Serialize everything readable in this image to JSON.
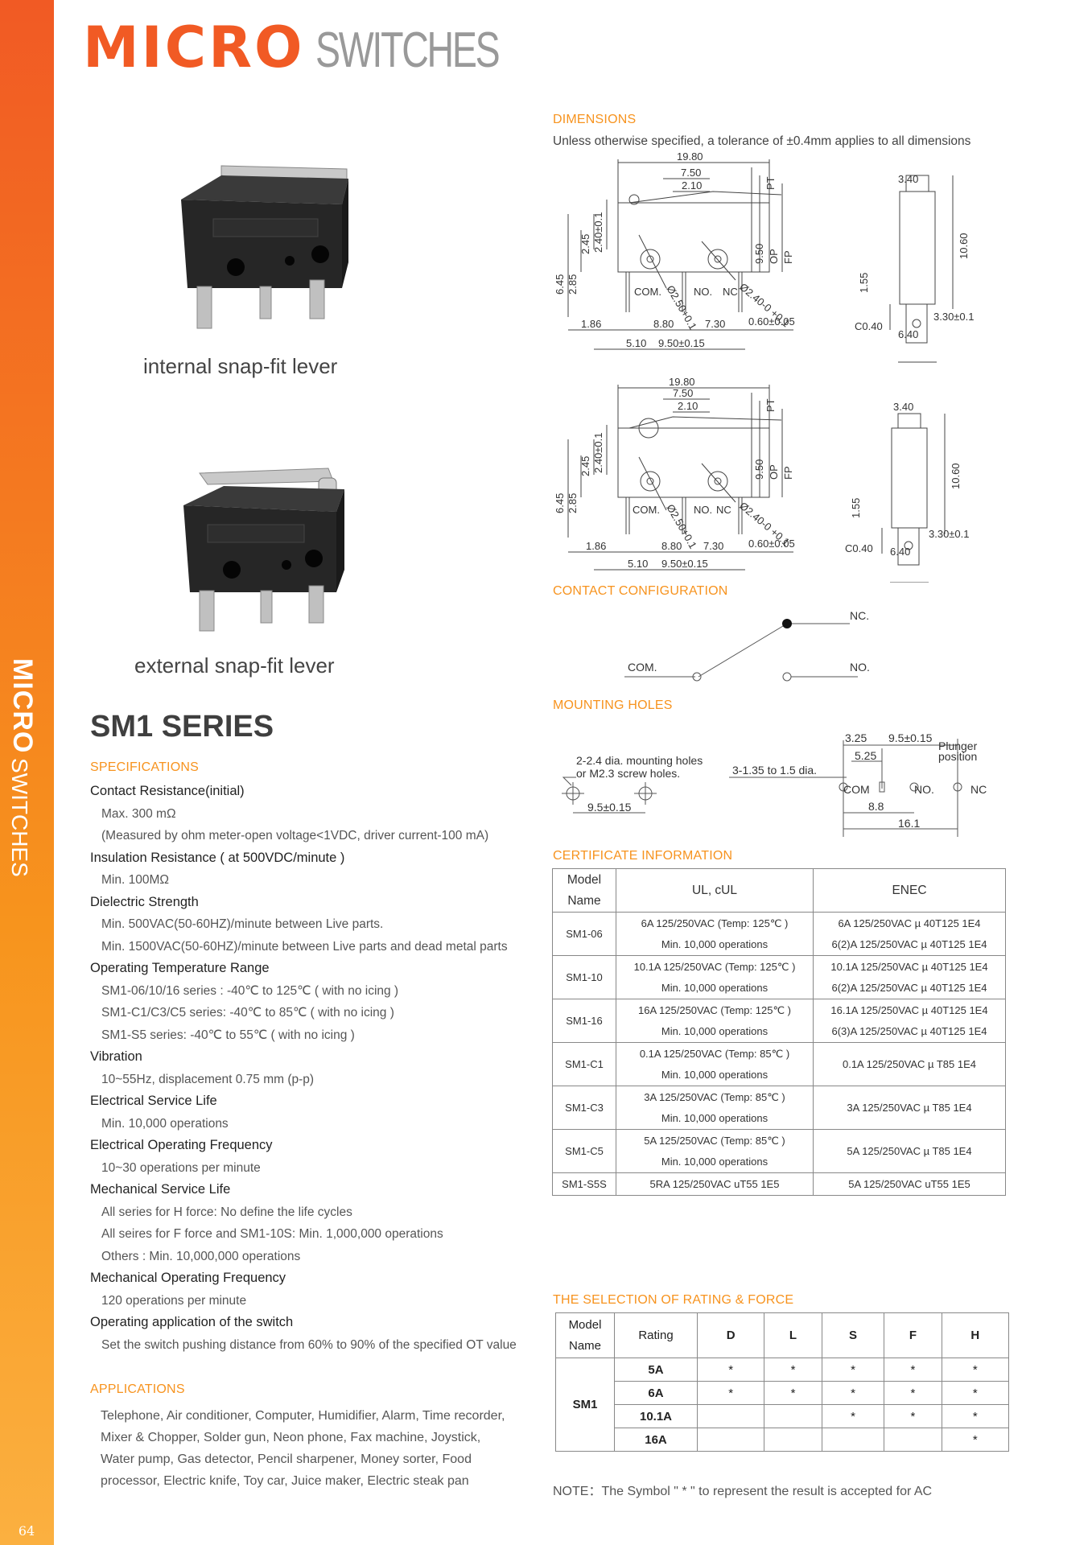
{
  "header": {
    "micro": "MICRO",
    "switches": "SWITCHES"
  },
  "sidebar": {
    "micro": "MICRO",
    "switches": "SWITCHES",
    "page_number": "64"
  },
  "colors": {
    "accent": "#f15a24",
    "accent2": "#f7941d",
    "heading": "#f7931e"
  },
  "products": {
    "internal_caption": "internal snap-fit lever",
    "external_caption": "external snap-fit lever"
  },
  "series_title": "SM1 SERIES",
  "specifications": {
    "heading": "SPECIFICATIONS",
    "lines": [
      {
        "t": "b",
        "text": "Contact Resistance(initial)"
      },
      {
        "t": "n",
        "text": "Max. 300 mΩ"
      },
      {
        "t": "n",
        "text": "(Measured by ohm meter-open voltage<1VDC, driver current-100 mA)"
      },
      {
        "t": "b",
        "text": "Insulation Resistance ( at 500VDC/minute )"
      },
      {
        "t": "n",
        "text": "Min. 100MΩ"
      },
      {
        "t": "b",
        "text": "Dielectric Strength"
      },
      {
        "t": "n",
        "text": "Min. 500VAC(50-60HZ)/minute between Live parts."
      },
      {
        "t": "n",
        "text": "Min. 1500VAC(50-60HZ)/minute between Live parts and dead metal parts"
      },
      {
        "t": "b",
        "text": "Operating Temperature Range"
      },
      {
        "t": "n",
        "text": "SM1-06/10/16 series : -40℃ to 125℃ ( with no icing )"
      },
      {
        "t": "n",
        "text": "SM1-C1/C3/C5 series:  -40℃ to 85℃ ( with no icing )"
      },
      {
        "t": "n",
        "text": "SM1-S5 series:  -40℃ to 55℃ ( with no icing )"
      },
      {
        "t": "b",
        "text": "Vibration"
      },
      {
        "t": "n",
        "text": "10~55Hz, displacement 0.75 mm (p-p)"
      },
      {
        "t": "b",
        "text": "Electrical Service Life"
      },
      {
        "t": "n",
        "text": "Min. 10,000 operations"
      },
      {
        "t": "b",
        "text": "Electrical Operating Frequency"
      },
      {
        "t": "n",
        "text": "10~30 operations per minute"
      },
      {
        "t": "b",
        "text": "Mechanical Service Life"
      },
      {
        "t": "n",
        "text": "All series for H force: No define the life cycles"
      },
      {
        "t": "n",
        "text": "All seires for F force and SM1-10S:  Min. 1,000,000 operations"
      },
      {
        "t": "n",
        "text": "Others : Min. 10,000,000 operations"
      },
      {
        "t": "b",
        "text": "Mechanical Operating Frequency"
      },
      {
        "t": "n",
        "text": "120 operations per minute"
      },
      {
        "t": "b",
        "text": "Operating application of the switch"
      },
      {
        "t": "n",
        "text": "Set the switch pushing distance from 60% to 90% of the specified OT value"
      }
    ]
  },
  "applications": {
    "heading": "APPLICATIONS",
    "lines": [
      "Telephone, Air conditioner, Computer, Humidifier, Alarm, Time recorder,",
      "Mixer & Chopper, Solder gun, Neon phone, Fax machine, Joystick,",
      "Water pump, Gas detector, Pencil sharpener, Money sorter, Food",
      "processor, Electric knife, Toy car, Juice maker, Electric steak pan"
    ]
  },
  "dimensions": {
    "heading": "DIMENSIONS",
    "note": "Unless otherwise specified, a tolerance of ±0.4mm applies to all dimensions",
    "d": {
      "w": "19.80",
      "a": "7.50",
      "b": "2.10",
      "pt": "PT",
      "op": "OP",
      "fp": "FP",
      "h950": "9.50",
      "h645": "6.45",
      "h285": "2.85",
      "h245": "2.45",
      "h240": "2.40±0.1",
      "com": "COM.",
      "no": "NO.",
      "nc": "NC",
      "dia250": "Ø2.50+0.1",
      "dia240": "Ø2.40-0 +0.1",
      "x186": "1.86",
      "x880": "8.80",
      "x730": "7.30",
      "x060": "0.60±0.05",
      "x510": "5.10",
      "x950": "9.50±0.15",
      "s340": "3.40",
      "s1060": "10.60",
      "s155": "1.55",
      "s330": "3.30±0.1",
      "s040": "C0.40",
      "s640": "6.40"
    }
  },
  "contact": {
    "heading": "CONTACT CONFIGURATION",
    "nc": "NC.",
    "com": "COM.",
    "no": "NO."
  },
  "mounting": {
    "heading": "MOUNTING HOLES",
    "note1": "2-2.4 dia. mounting holes",
    "note2": "or M2.3 screw holes.",
    "pitch": "9.5±0.15",
    "note3": "3-1.35 to 1.5 dia.",
    "d325": "3.25",
    "d950": "9.5±0.15",
    "plunger1": "Plunger",
    "plunger2": "position",
    "d525": "5.25",
    "com": "COM",
    "no": "NO.",
    "nc": "NC",
    "d88": "8.8",
    "d161": "16.1"
  },
  "certificate": {
    "heading": "CERTIFICATE INFORMATION",
    "headers": {
      "model1": "Model",
      "model2": "Name",
      "ul": "UL, cUL",
      "enec": "ENEC"
    },
    "rows": [
      {
        "model": "SM1-06",
        "ul": [
          "6A 125/250VAC (Temp: 125℃ )",
          "Min. 10,000 operations"
        ],
        "enec": [
          "6A 125/250VAC µ 40T125 1E4",
          "6(2)A 125/250VAC µ 40T125 1E4"
        ]
      },
      {
        "model": "SM1-10",
        "ul": [
          "10.1A 125/250VAC (Temp: 125℃ )",
          "Min. 10,000 operations"
        ],
        "enec": [
          "10.1A 125/250VAC µ 40T125 1E4",
          "6(2)A 125/250VAC µ 40T125 1E4"
        ]
      },
      {
        "model": "SM1-16",
        "ul": [
          "16A 125/250VAC (Temp: 125℃ )",
          "Min. 10,000 operations"
        ],
        "enec": [
          "16.1A 125/250VAC µ 40T125 1E4",
          "6(3)A 125/250VAC µ 40T125 1E4"
        ]
      },
      {
        "model": "SM1-C1",
        "ul": [
          "0.1A 125/250VAC (Temp: 85℃ )",
          "Min. 10,000 operations"
        ],
        "enec": [
          "0.1A 125/250VAC µ T85 1E4"
        ]
      },
      {
        "model": "SM1-C3",
        "ul": [
          "3A 125/250VAC (Temp: 85℃ )",
          "Min. 10,000 operations"
        ],
        "enec": [
          "3A 125/250VAC µ T85 1E4"
        ]
      },
      {
        "model": "SM1-C5",
        "ul": [
          "5A 125/250VAC (Temp: 85℃ )",
          "Min. 10,000 operations"
        ],
        "enec": [
          "5A 125/250VAC µ T85 1E4"
        ]
      },
      {
        "model": "SM1-S5S",
        "ul": [
          "5RA 125/250VAC uT55 1E5"
        ],
        "enec": [
          "5A 125/250VAC uT55 1E5"
        ]
      }
    ]
  },
  "selection": {
    "heading": "THE SELECTION OF RATING & FORCE",
    "headers": {
      "model1": "Model",
      "model2": "Name",
      "rating": "Rating",
      "cols": [
        "D",
        "L",
        "S",
        "F",
        "H"
      ]
    },
    "model": "SM1",
    "rows": [
      {
        "rating": "5A",
        "marks": [
          "*",
          "*",
          "*",
          "*",
          "*"
        ]
      },
      {
        "rating": "6A",
        "marks": [
          "*",
          "*",
          "*",
          "*",
          "*"
        ]
      },
      {
        "rating": "10.1A",
        "marks": [
          "",
          "",
          "*",
          "*",
          "*"
        ]
      },
      {
        "rating": "16A",
        "marks": [
          "",
          "",
          "",
          "",
          "*"
        ]
      }
    ],
    "note": "NOTE：The Symbol \" * \" to represent the result is accepted for AC"
  }
}
